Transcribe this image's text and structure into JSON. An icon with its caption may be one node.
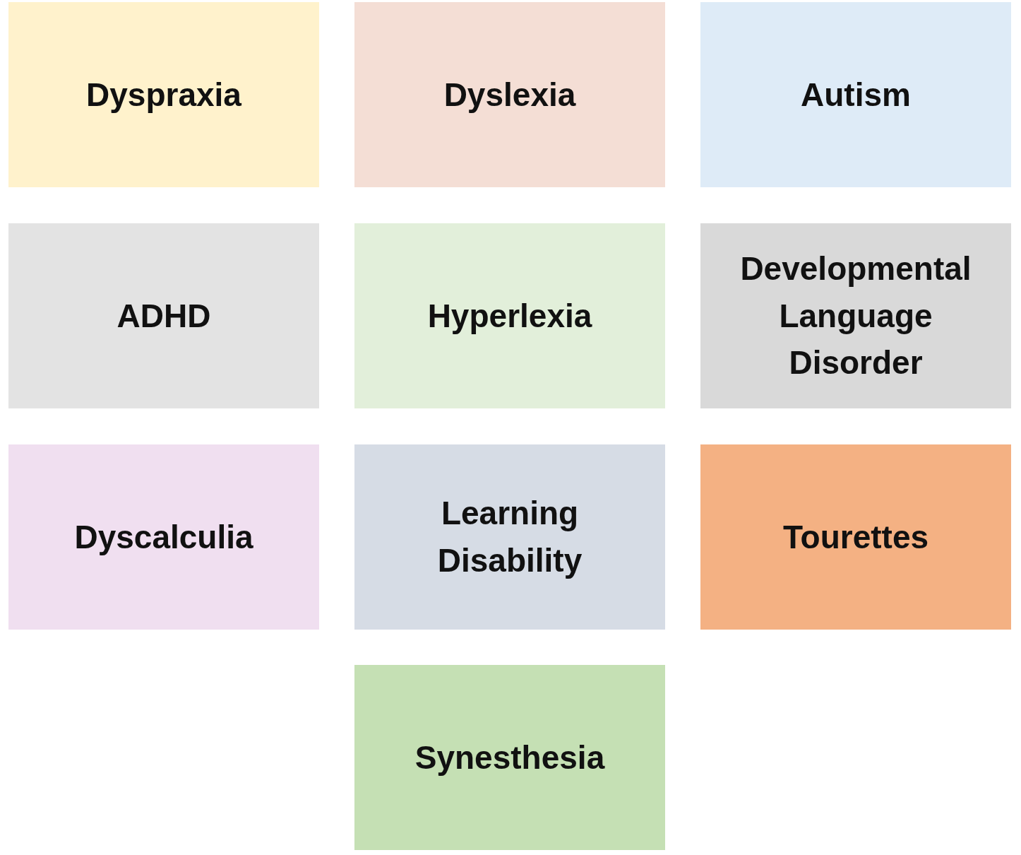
{
  "diagram": {
    "nodes": [
      {
        "text": [
          "Dyspraxia"
        ]
      },
      {
        "text": [
          "Dyslexia"
        ]
      },
      {
        "text": [
          "Autism"
        ]
      },
      {
        "text": [
          "ADHD"
        ]
      },
      {
        "text": [
          "Hyperlexia"
        ]
      },
      {
        "text": [
          "Developmental Language Disorder"
        ]
      },
      {
        "text": [
          "Dyscalculia"
        ]
      },
      {
        "text": [
          "Learning Disability"
        ]
      },
      {
        "text": [
          "Tourettes"
        ]
      },
      {
        "text": [
          "Synesthesia"
        ]
      }
    ]
  }
}
